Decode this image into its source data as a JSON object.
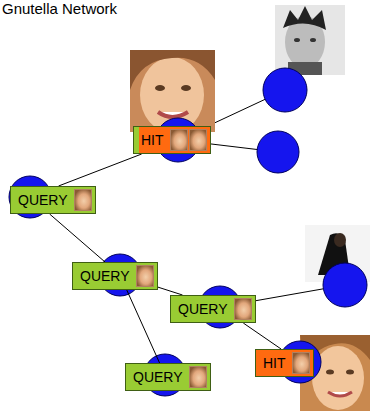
{
  "diagram": {
    "title": "Gnutella Network",
    "nodes": [
      {
        "text": [
          "HIT"
        ]
      },
      {
        "text": [
          "QUERY"
        ]
      },
      {
        "text": [
          "QUERY"
        ]
      },
      {
        "text": [
          "QUERY"
        ]
      },
      {
        "text": [
          "HIT"
        ]
      },
      {
        "text": [
          "QUERY"
        ]
      }
    ],
    "edges": [
      {
        "from": 1,
        "to": 0,
        "arrow": "none"
      },
      {
        "from": 1,
        "to": 2,
        "arrow": "none"
      },
      {
        "from": 2,
        "to": 3,
        "arrow": "none"
      },
      {
        "from": 2,
        "to": 5,
        "arrow": "none"
      },
      {
        "from": 3,
        "to": 4,
        "arrow": "none"
      }
    ]
  }
}
